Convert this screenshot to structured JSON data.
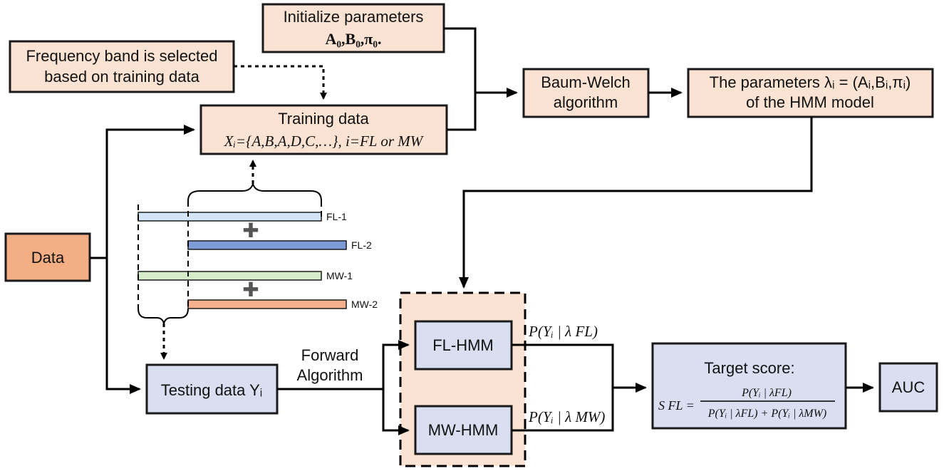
{
  "init": {
    "line1": "Initialize parameters",
    "line2": "A₀,B₀,π₀."
  },
  "freq": {
    "line1": "Frequency band is selected",
    "line2": "based on training data"
  },
  "training": {
    "line1": "Training data",
    "line2": "Xᵢ={A,B,A,D,C,…}, i=FL or MW"
  },
  "baum": {
    "line1": "Baum-Welch",
    "line2": "algorithm"
  },
  "params": {
    "line1": "The parameters λᵢ = (Aᵢ,Bᵢ,πᵢ)",
    "line2": "of the HMM model"
  },
  "data": {
    "label": "Data"
  },
  "bands": {
    "fl1": "FL-1",
    "fl2": "FL-2",
    "mw1": "MW-1",
    "mw2": "MW-2"
  },
  "testing": {
    "label": "Testing data Yᵢ"
  },
  "forward": {
    "line1": "Forward",
    "line2": "Algorithm"
  },
  "flhmm": {
    "label": "FL-HMM"
  },
  "mwhmm": {
    "label": "MW-HMM"
  },
  "prob_fl": "P(Yᵢ | λ FL)",
  "prob_mw": "P(Yᵢ | λ MW)",
  "target": {
    "title": "Target score:",
    "lhs": "S FL =",
    "numerator": "P(Yᵢ | λFL)",
    "denominator": "P(Yᵢ | λFL) + P(Yᵢ | λMW)"
  },
  "auc": {
    "label": "AUC"
  },
  "colors": {
    "peach": "#fbe3d3",
    "blue": "#d9dff1",
    "data": "#f3ae84",
    "fl1": "#d3e5f6",
    "fl2": "#7f9bd5",
    "mw1": "#d5ebc9",
    "mw2": "#f4b08b"
  }
}
